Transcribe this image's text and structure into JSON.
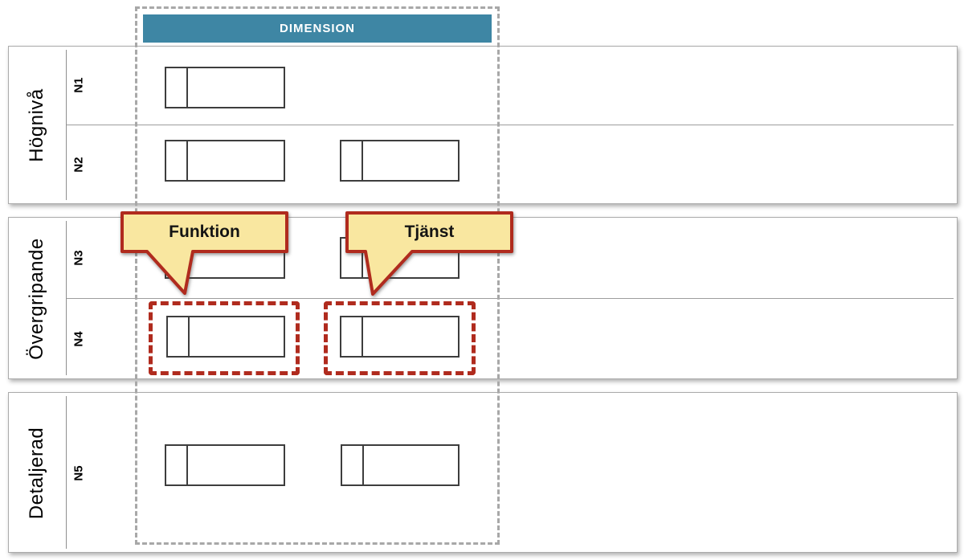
{
  "header": {
    "label": "DIMENSION"
  },
  "bands": [
    {
      "group_label": "Högnivå",
      "rows": [
        {
          "label": "N1"
        },
        {
          "label": "N2"
        }
      ]
    },
    {
      "group_label": "Övergripande",
      "rows": [
        {
          "label": "N3"
        },
        {
          "label": "N4"
        }
      ]
    },
    {
      "group_label": "Detaljerad",
      "rows": [
        {
          "label": "N5"
        }
      ]
    }
  ],
  "callouts": [
    {
      "label": "Funktion"
    },
    {
      "label": "Tjänst"
    }
  ],
  "colors": {
    "header_bg": "#3E86A4",
    "header_text": "#FFFFFF",
    "callout_fill": "#F9E7A0",
    "callout_border": "#B02B1E",
    "highlight_dash": "#B02B1E",
    "frame_dash": "#A8A8A8",
    "band_border": "#ABABAB",
    "box_border": "#3D3D3D"
  }
}
